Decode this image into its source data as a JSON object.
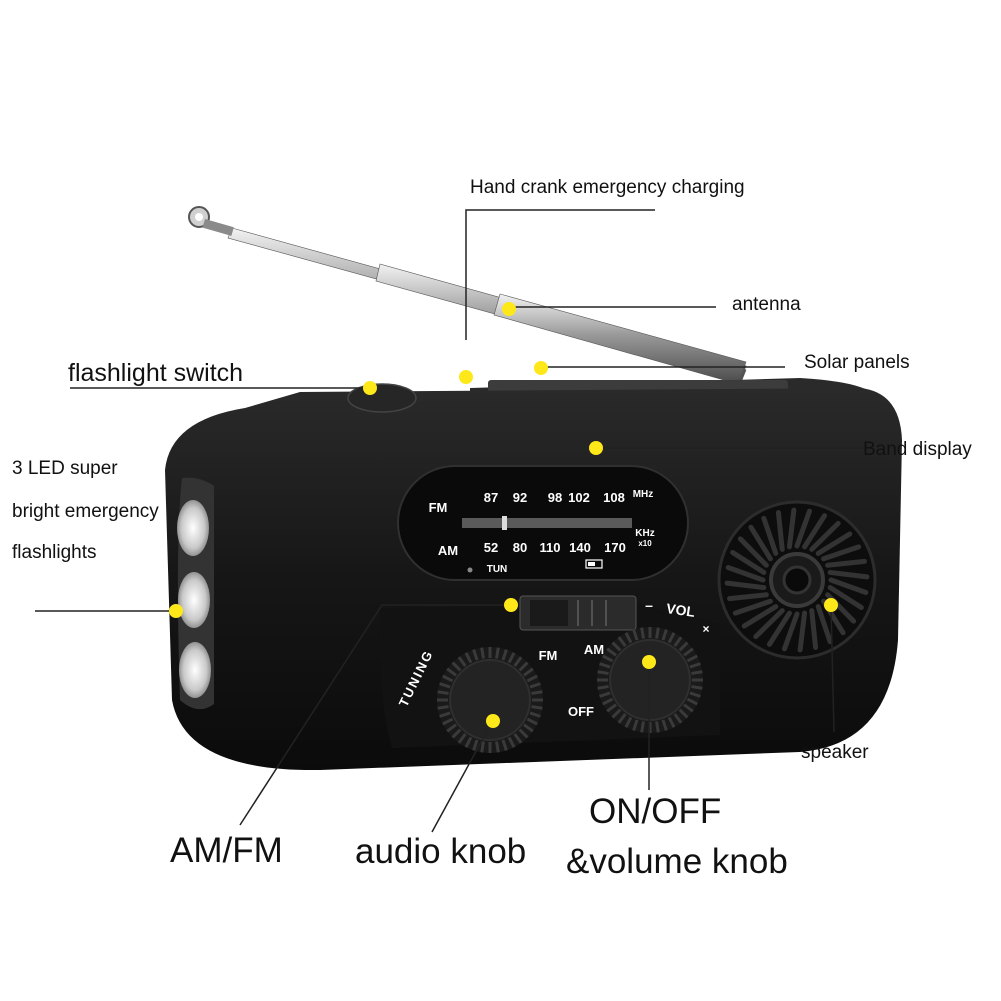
{
  "labels": {
    "hand_crank": "Hand crank emergency charging",
    "antenna": "antenna",
    "solar": "Solar panels",
    "flash_switch": "flashlight switch",
    "band_display": "Band display",
    "led_line1": "3 LED super",
    "led_line2": "bright emergency",
    "led_line3": "flashlights",
    "speaker": "speaker",
    "amfm": "AM/FM",
    "audio_knob": "audio knob",
    "onoff_line1": "ON/OFF",
    "onoff_line2": "&volume knob"
  },
  "dial": {
    "fm": "FM",
    "am": "AM",
    "fm_freqs": [
      "87",
      "92",
      "98",
      "102",
      "108"
    ],
    "fm_unit": "MHz",
    "am_freqs": [
      "52",
      "80",
      "110",
      "140",
      "170"
    ],
    "am_unit": "KHz",
    "am_unit_sub": "x10",
    "tun": "TUN"
  },
  "panel": {
    "vol": "VOL",
    "vol_minus": "–",
    "vol_plus": "×",
    "switch_fm": "FM",
    "switch_am": "AM",
    "off": "OFF",
    "tuning": "TUNING"
  },
  "colors": {
    "marker": "#ffe81a",
    "body": "#141414",
    "leader": "#222222"
  }
}
